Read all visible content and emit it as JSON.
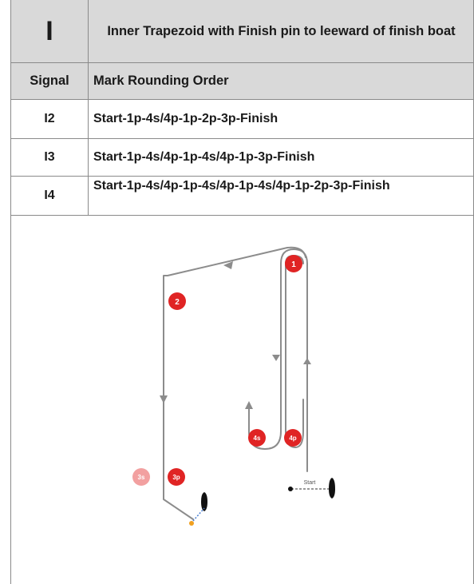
{
  "table": {
    "code": "I",
    "title": "Inner Trapezoid with Finish pin to leeward of finish boat",
    "header": {
      "signal": "Signal",
      "order": "Mark Rounding Order"
    },
    "rows": [
      {
        "signal": "I2",
        "order": "Start-1p-4s/4p-1p-2p-3p-Finish"
      },
      {
        "signal": "I3",
        "order": "Start-1p-4s/4p-1p-4s/4p-1p-3p-Finish"
      },
      {
        "signal": "I4",
        "order": "Start-1p-4s/4p-1p-4s/4p-1p-4s/4p-1p-2p-3p-Finish"
      }
    ]
  },
  "diagram": {
    "marks": {
      "m1": "1",
      "m2": "2",
      "m4s": "4s",
      "m4p": "4p",
      "m3s": "3s",
      "m3p": "3p"
    },
    "start_label": "Start",
    "colors": {
      "mark": "#e02424",
      "mark_faded": "#f2a0a0",
      "course_line": "#8c8c8c",
      "boat": "#111111"
    }
  }
}
